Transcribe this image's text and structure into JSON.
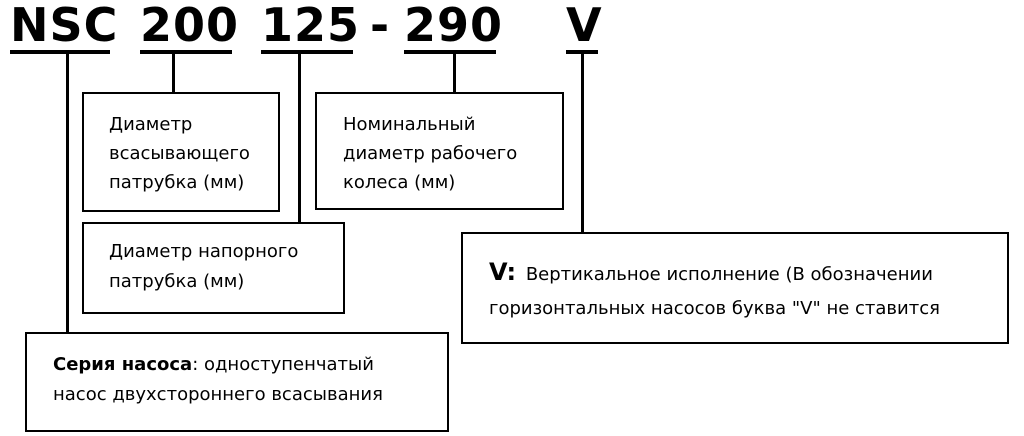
{
  "code": {
    "series": "NSC",
    "suction": "200",
    "discharge": "125",
    "dash": "-",
    "impeller": "290",
    "vertical": "V"
  },
  "boxes": {
    "suction": {
      "line1": "Диаметр",
      "line2": "всасывающего",
      "line3": "патрубка (мм)"
    },
    "impeller": {
      "line1": "Номинальный",
      "line2": "диаметр рабочего",
      "line3": "колеса (мм)"
    },
    "discharge": {
      "line1": "Диаметр напорного",
      "line2": "патрубка (мм)"
    },
    "vertical": {
      "label": "V:",
      "line1": "Вертикальное исполнение (В обозначении",
      "line2": "горизонтальных насосов буква \"V\" не ставится"
    },
    "series": {
      "title": "Серия насоса",
      "line1_rest": ": одноступенчатый",
      "line2": "насос двухстороннего всасывания"
    }
  }
}
